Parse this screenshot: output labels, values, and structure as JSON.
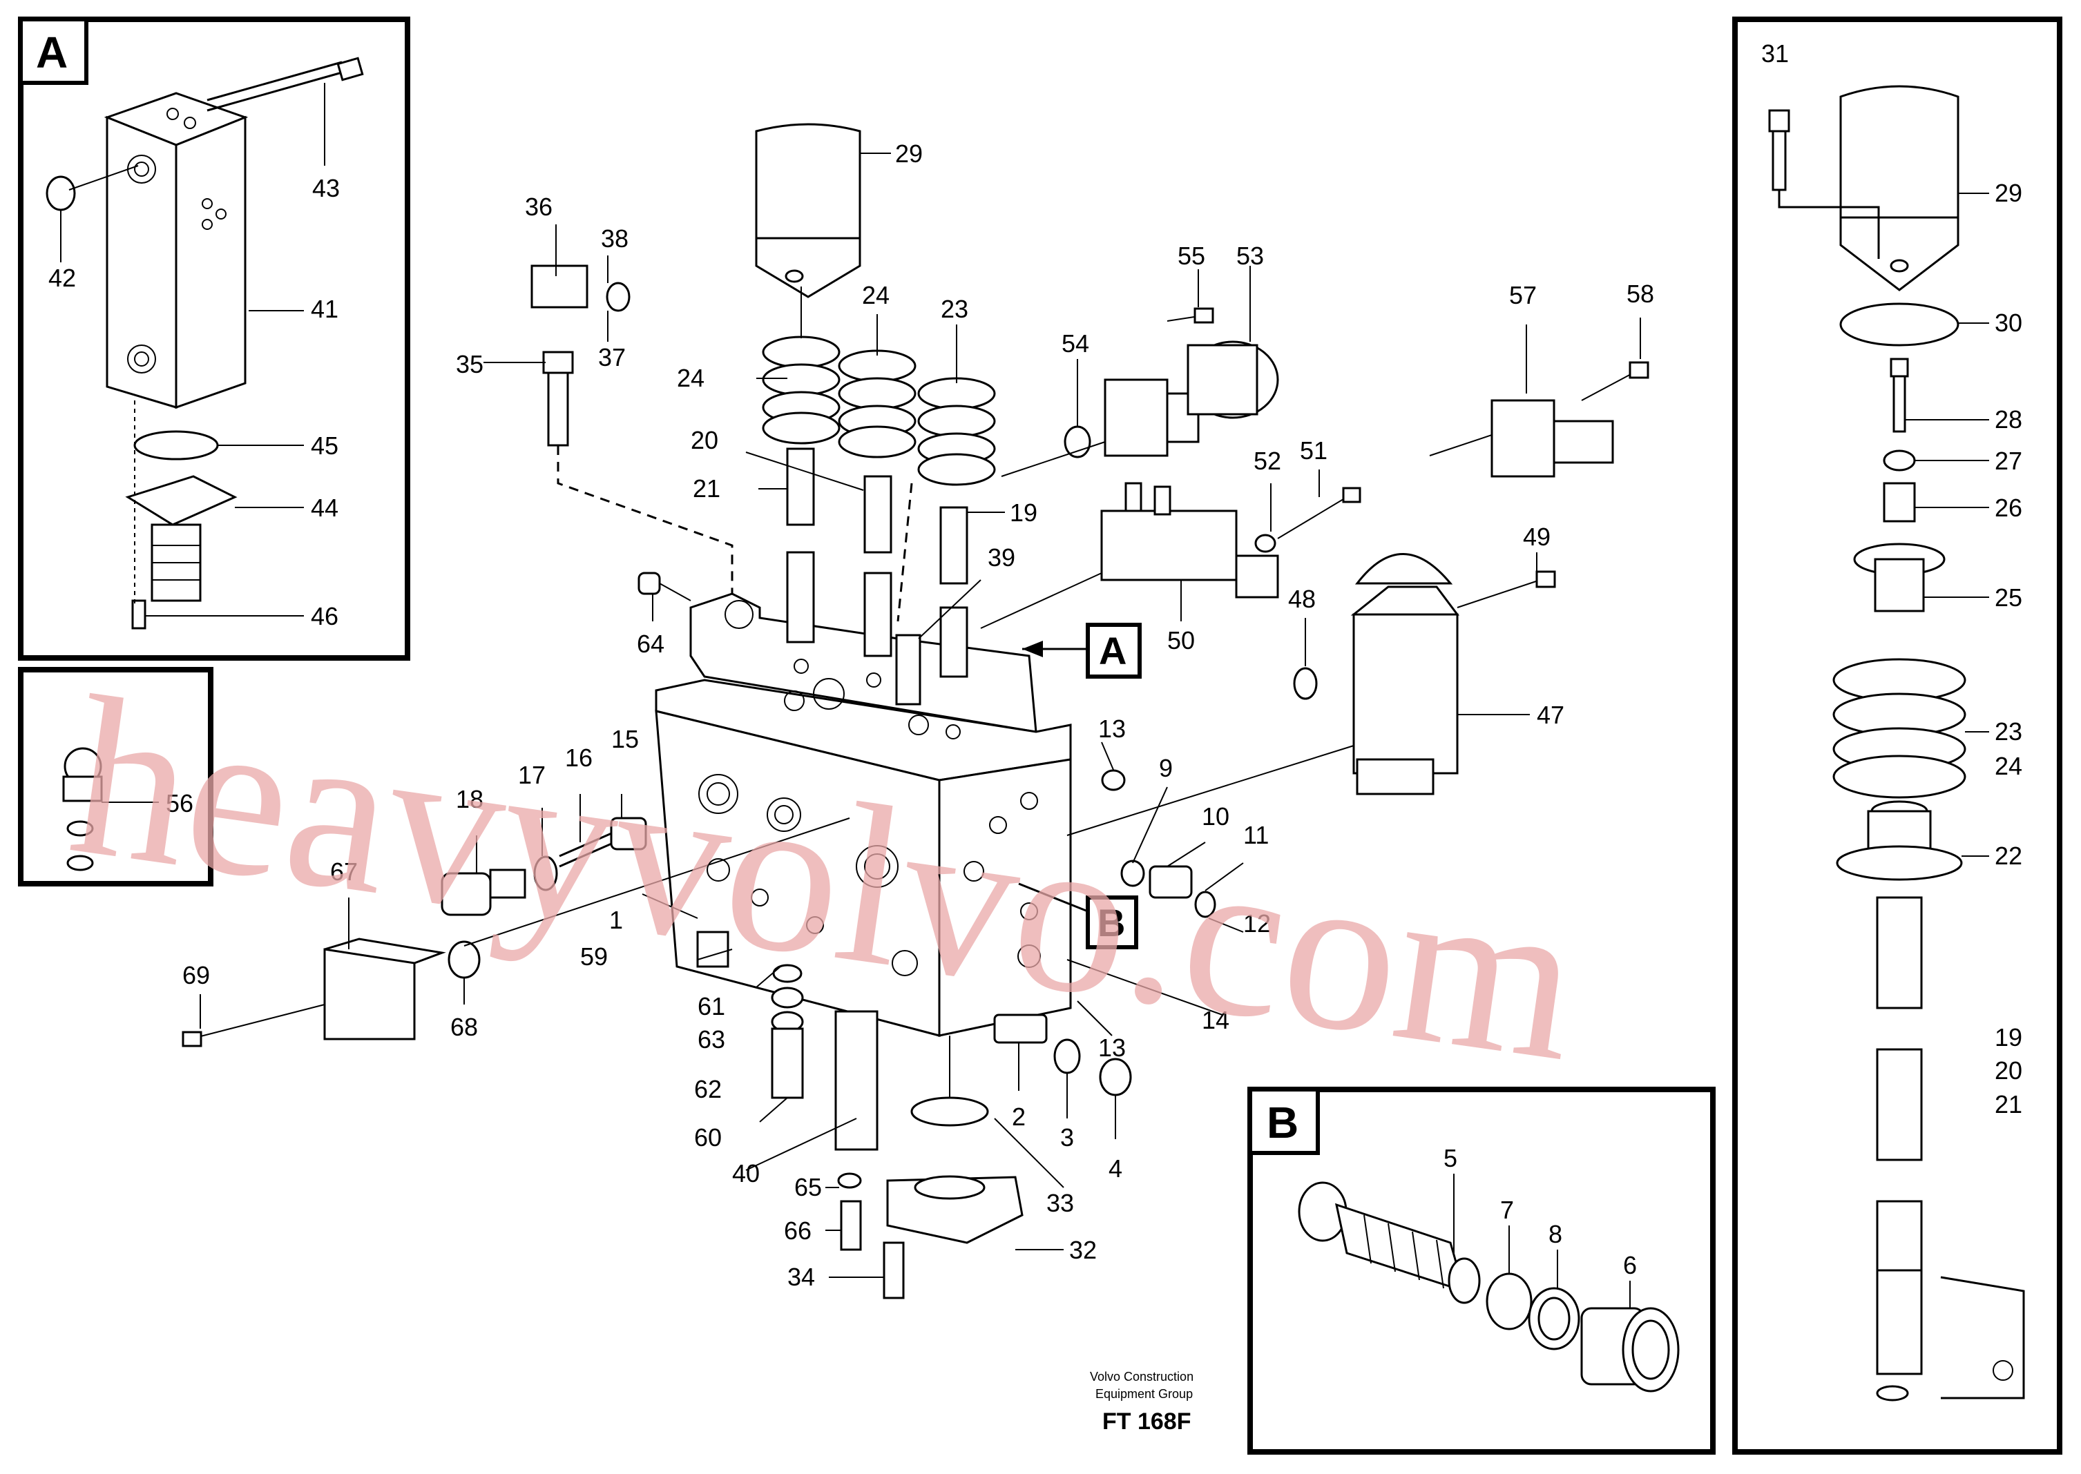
{
  "insets": {
    "a": {
      "letter": "A"
    },
    "b": {
      "letter": "B"
    }
  },
  "callouts": {
    "a": {
      "letter": "A"
    },
    "b": {
      "letter": "B"
    }
  },
  "credit": {
    "line1": "Volvo Construction",
    "line2": "Equipment Group",
    "figure_id": "FT 168F"
  },
  "watermark": "heavyvolvo.com",
  "part_numbers": {
    "p1": "1",
    "p2": "2",
    "p3": "3",
    "p4": "4",
    "p5": "5",
    "p6": "6",
    "p7": "7",
    "p8": "8",
    "p9": "9",
    "p10": "10",
    "p11": "11",
    "p12": "12",
    "p13a": "13",
    "p13b": "13",
    "p14": "14",
    "p15": "15",
    "p16": "16",
    "p17": "17",
    "p18": "18",
    "p19a": "19",
    "p19b": "19",
    "p20a": "20",
    "p20b": "20",
    "p21a": "21",
    "p21b": "21",
    "p22": "22",
    "p23a": "23",
    "p23b": "23",
    "p24a": "24",
    "p24b": "24",
    "p24c": "24",
    "p25": "25",
    "p26": "26",
    "p27": "27",
    "p28": "28",
    "p29a": "29",
    "p29b": "29",
    "p30": "30",
    "p31": "31",
    "p32": "32",
    "p33": "33",
    "p34": "34",
    "p35": "35",
    "p36": "36",
    "p37": "37",
    "p38": "38",
    "p39": "39",
    "p40": "40",
    "p41": "41",
    "p42": "42",
    "p43": "43",
    "p44": "44",
    "p45": "45",
    "p46": "46",
    "p47": "47",
    "p48": "48",
    "p49": "49",
    "p50": "50",
    "p51": "51",
    "p52": "52",
    "p53": "53",
    "p54": "54",
    "p55": "55",
    "p56": "56",
    "p57": "57",
    "p58": "58",
    "p59": "59",
    "p60": "60",
    "p61": "61",
    "p62": "62",
    "p63": "63",
    "p64": "64",
    "p65": "65",
    "p66": "66",
    "p67": "67",
    "p68": "68",
    "p69": "69"
  }
}
